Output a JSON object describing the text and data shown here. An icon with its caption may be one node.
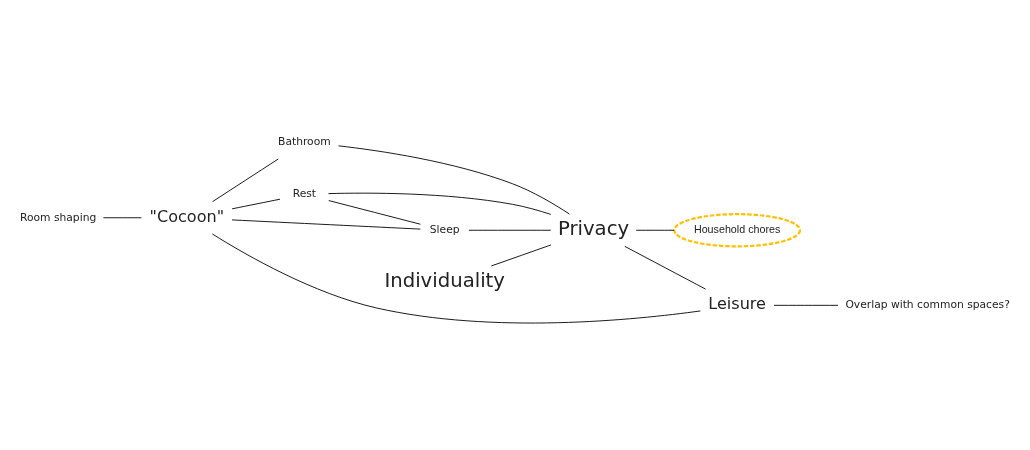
{
  "diagram": {
    "nodes": [
      {
        "text": [
          "Room shaping"
        ]
      },
      {
        "text": [
          "Individuality"
        ]
      },
      {
        "text": [
          "Privacy"
        ]
      },
      {
        "text": [
          "Bathroom"
        ]
      },
      {
        "text": [
          "Rest"
        ]
      },
      {
        "text": [
          "\"Cocoon\""
        ]
      },
      {
        "text": [
          "Leisure"
        ]
      },
      {
        "text": [
          "Sleep"
        ]
      },
      {
        "text": [
          "Overlap with common spaces?"
        ]
      },
      {
        "text": [
          "Household chores"
        ]
      }
    ],
    "edges": [
      {
        "from": 0,
        "to": 5,
        "arrow": "none"
      },
      {
        "from": 1,
        "to": 2,
        "arrow": "none"
      },
      {
        "from": 3,
        "to": 2,
        "arrow": "none"
      },
      {
        "from": 5,
        "to": 3,
        "arrow": "none"
      },
      {
        "from": 5,
        "to": 4,
        "arrow": "none"
      },
      {
        "from": 4,
        "to": 2,
        "arrow": "none"
      },
      {
        "from": 4,
        "to": 7,
        "arrow": "none"
      },
      {
        "from": 5,
        "to": 7,
        "arrow": "none"
      },
      {
        "from": 7,
        "to": 2,
        "arrow": "none"
      },
      {
        "from": 2,
        "to": 6,
        "arrow": "none"
      },
      {
        "from": 5,
        "to": 6,
        "arrow": "none"
      },
      {
        "from": 6,
        "to": 8,
        "arrow": "none"
      },
      {
        "from": 2,
        "to": 9,
        "arrow": "none"
      }
    ]
  }
}
